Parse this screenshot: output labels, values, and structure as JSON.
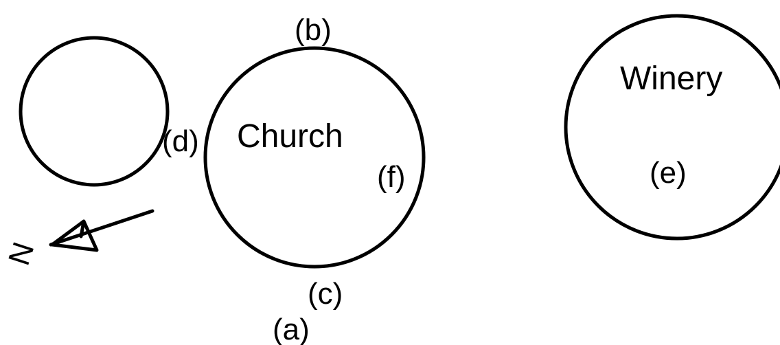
{
  "diagram": {
    "labels": {
      "church": "Church",
      "winery": "Winery",
      "a": "(a)",
      "b": "(b)",
      "c": "(c)",
      "d": "(d)",
      "e": "(e)",
      "f": "(f)",
      "north": "N"
    },
    "stroke_color": "#000000",
    "background_color": "#ffffff"
  }
}
